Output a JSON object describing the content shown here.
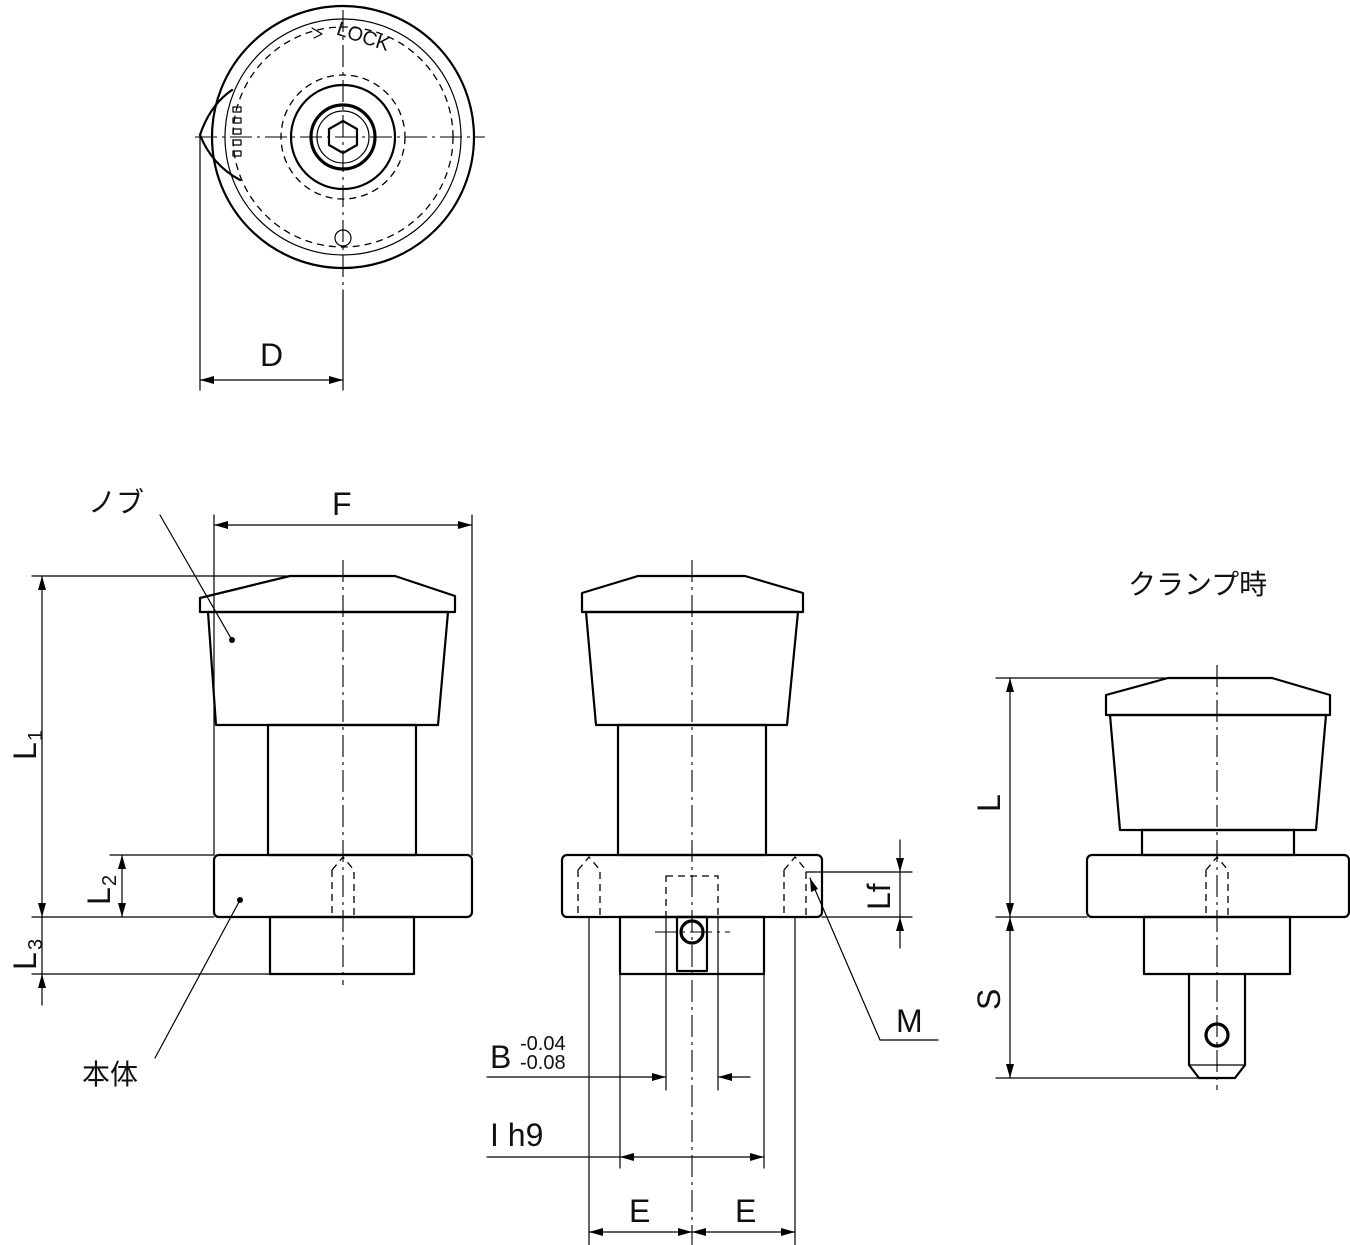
{
  "labels": {
    "D": "D",
    "F": "F",
    "L1_main": "L",
    "L1_sub": "1",
    "L2_main": "L",
    "L2_sub": "2",
    "L3_main": "L",
    "L3_sub": "3",
    "L": "L",
    "S": "S",
    "Lf": "Lf",
    "M": "M",
    "E_left": "E",
    "E_right": "E",
    "I_h9": "I h9",
    "B": "B",
    "B_tol_upper": "-0.04",
    "B_tol_lower": "-0.08",
    "knob": "ノブ",
    "body": "本体",
    "clamped": "クランプ時",
    "lock": "LOCK"
  }
}
